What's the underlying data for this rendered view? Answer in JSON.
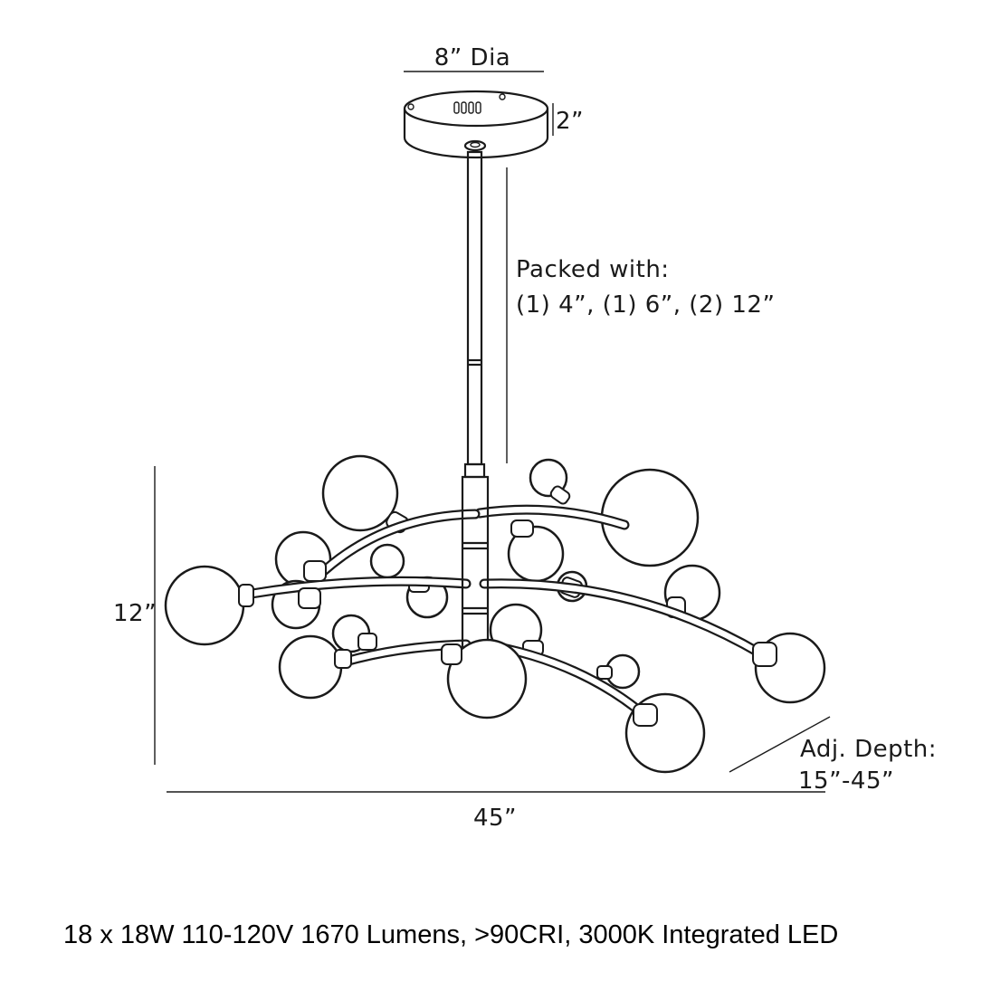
{
  "dimensions": {
    "canopy_diameter": "8” Dia",
    "canopy_height": "2”",
    "packed_line1": "Packed with:",
    "packed_line2": "(1) 4”, (1) 6”, (2) 12”",
    "fixture_height": "12”",
    "fixture_width": "45”",
    "depth_line1": "Adj. Depth:",
    "depth_line2": "15”-45”"
  },
  "spec_line": "18 x 18W 110-120V 1670 Lumens, >90CRI, 3000K Integrated LED"
}
